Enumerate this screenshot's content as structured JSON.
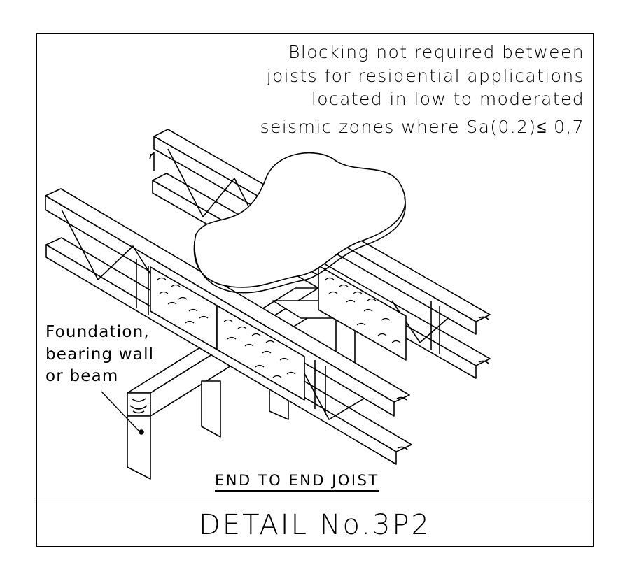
{
  "note": {
    "lines": [
      "Blocking not required between",
      "joists for residential applications",
      "located in low to moderated",
      "seismic zones where Sa(0.2)≤ 0,7"
    ]
  },
  "callout": {
    "lines": [
      "Foundation,",
      "bearing wall",
      "or beam"
    ]
  },
  "subtitle": "END TO END JOIST",
  "title": "DETAIL No.3P2"
}
